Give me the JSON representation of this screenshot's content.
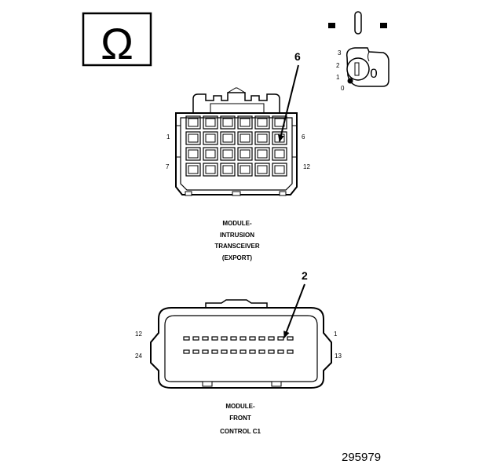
{
  "symbol": {
    "glyph": "Ω",
    "name": "omega-symbol"
  },
  "key_switch": {
    "positions": [
      "3",
      "2",
      "1",
      "0"
    ],
    "key_glyph": "0"
  },
  "connector_top": {
    "pin_labels": {
      "top_left": "1",
      "top_right": "6",
      "bottom_left": "7",
      "bottom_right": "12"
    },
    "callout": "6",
    "title_lines": [
      "MODULE-",
      "INTRUSION",
      "TRANSCEIVER",
      "(EXPORT)"
    ]
  },
  "connector_bottom": {
    "pin_labels": {
      "top_left": "12",
      "top_right": "1",
      "bottom_left": "24",
      "bottom_right": "13"
    },
    "callout": "2",
    "title_lines": [
      "MODULE-",
      "FRONT",
      "CONTROL C1"
    ]
  },
  "figure_number": "295979"
}
